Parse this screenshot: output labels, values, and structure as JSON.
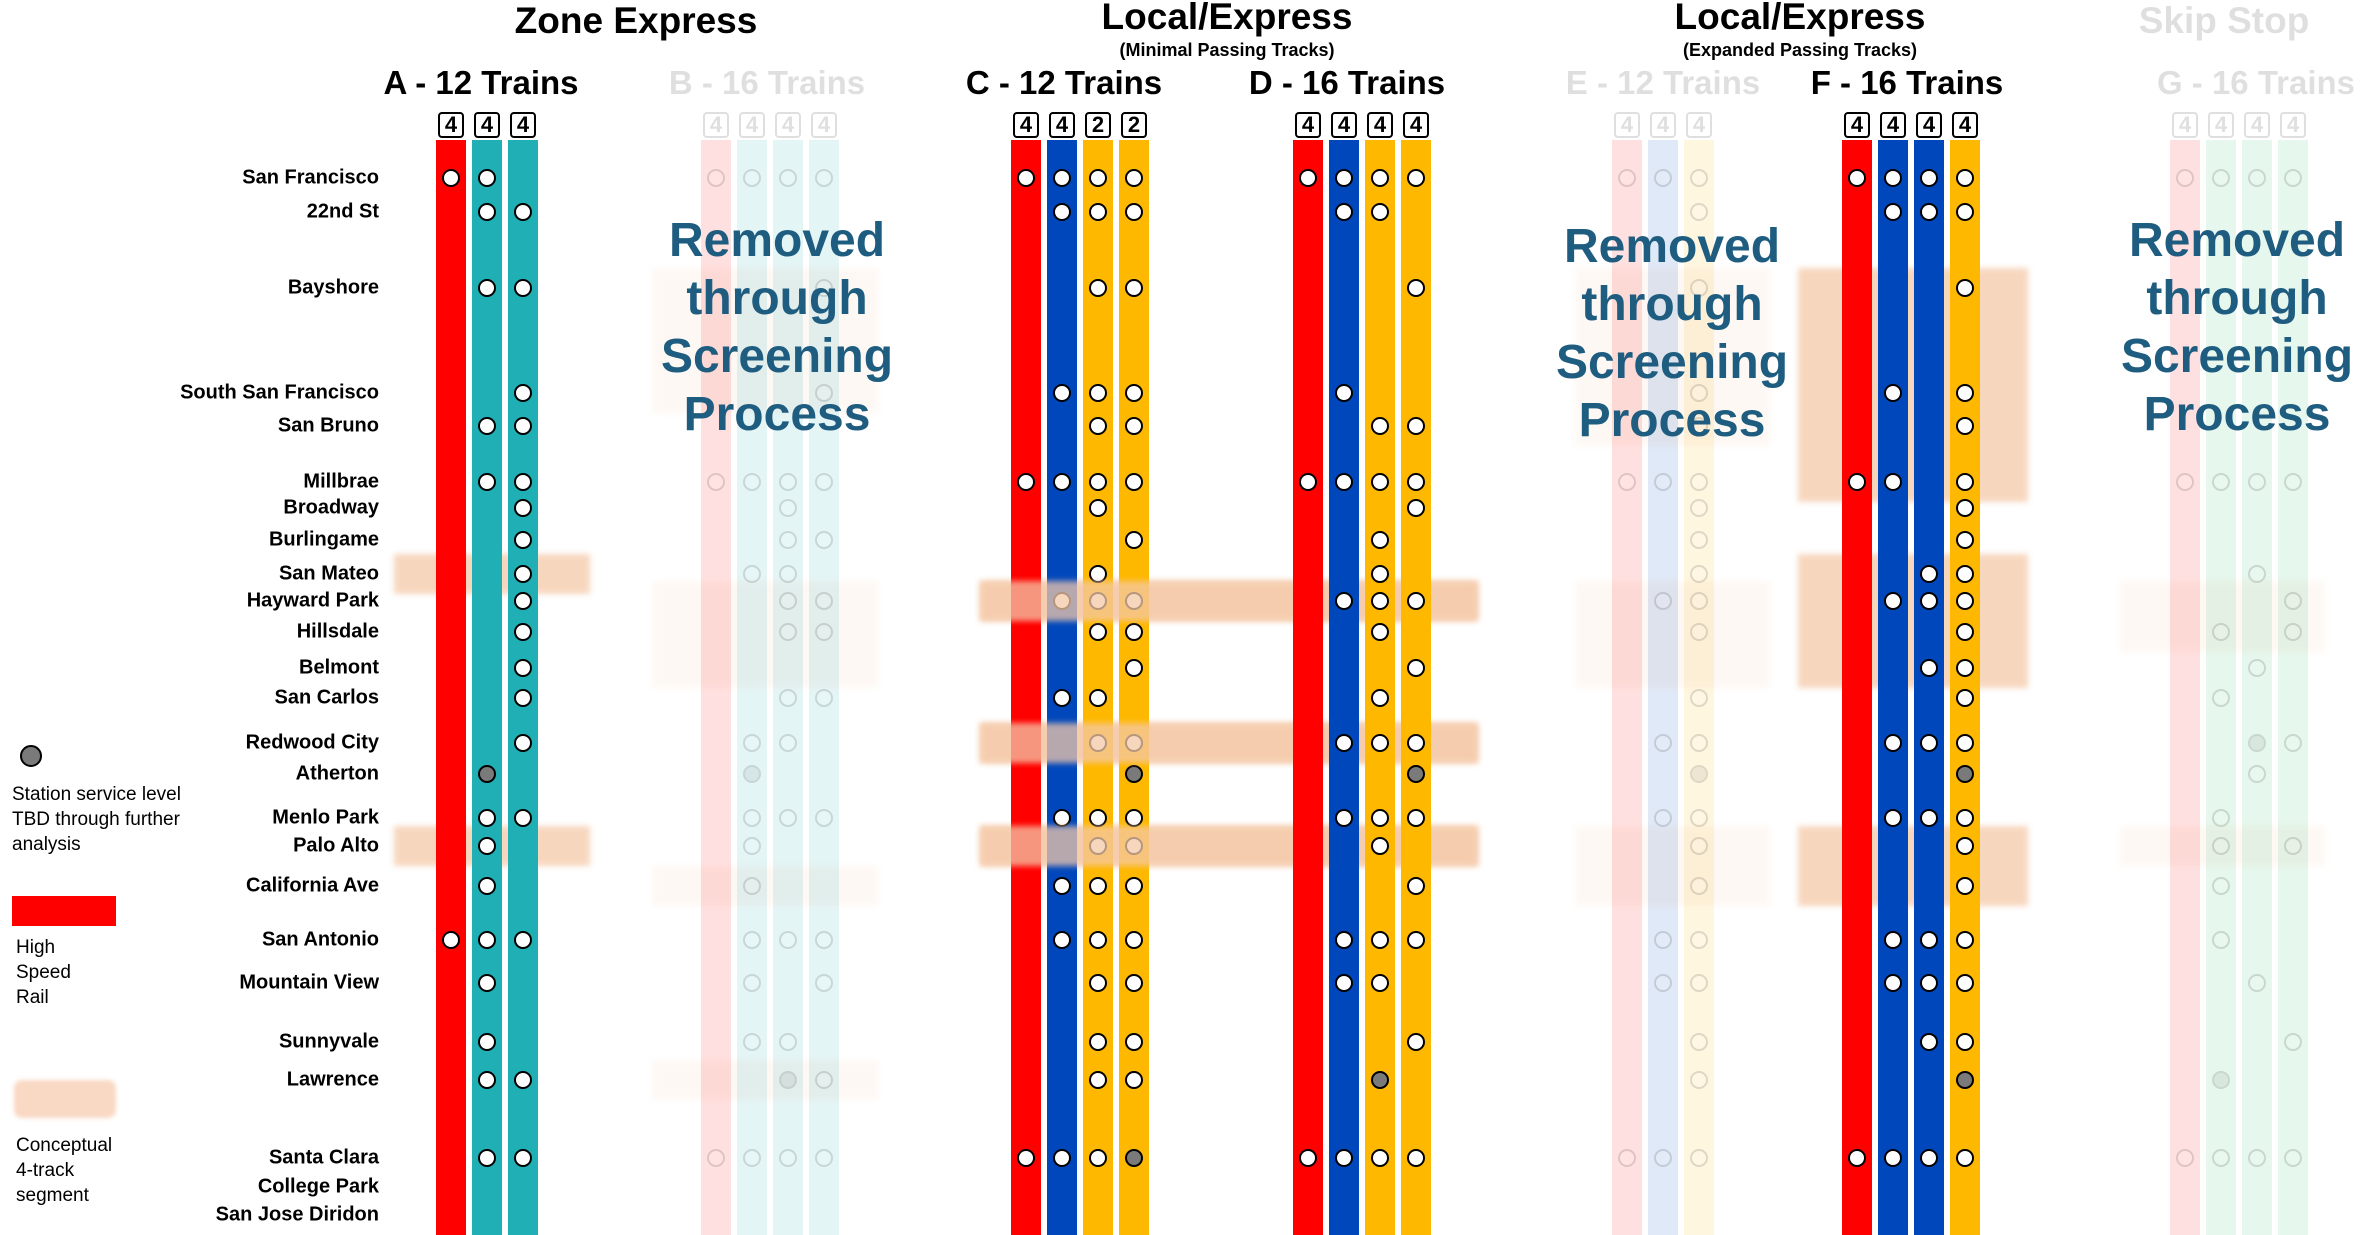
{
  "groups": [
    {
      "title": "Zone Express",
      "subtitle": ""
    },
    {
      "title": "Local/Express",
      "subtitle": "(Minimal Passing Tracks)"
    },
    {
      "title": "Local/Express",
      "subtitle": "(Expanded Passing Tracks)"
    },
    {
      "title": "Skip Stop",
      "subtitle": ""
    }
  ],
  "options": [
    {
      "id": "A",
      "label": "A - 12 Trains",
      "removed": false,
      "tracks": [
        {
          "capacity": "4",
          "color": "#ff0000"
        },
        {
          "capacity": "4",
          "color": "#1fafb5"
        },
        {
          "capacity": "4",
          "color": "#1fafb5"
        }
      ],
      "stops": [
        [
          0,
          18
        ],
        [
          1,
          0,
          1,
          2,
          4,
          5,
          15,
          16,
          17,
          18,
          19,
          20,
          21,
          22
        ],
        [
          1,
          2,
          3,
          4,
          5,
          6,
          7,
          8,
          9,
          10,
          11,
          12,
          13,
          15,
          18,
          21,
          22
        ]
      ],
      "tbd": [
        [],
        [
          14
        ],
        []
      ],
      "segments": [
        [
          8,
          8
        ],
        [
          16,
          16
        ]
      ]
    },
    {
      "id": "B",
      "label": "B - 16 Trains",
      "removed": true,
      "tracks": [
        {
          "capacity": "4",
          "color": "#ff0000"
        },
        {
          "capacity": "4",
          "color": "#1fafb5"
        },
        {
          "capacity": "4",
          "color": "#1fafb5"
        },
        {
          "capacity": "4",
          "color": "#1fafb5"
        }
      ],
      "stops": [
        [
          0,
          5,
          22
        ],
        [
          0,
          5,
          8,
          13,
          15,
          16,
          17,
          18,
          19,
          20,
          22
        ],
        [
          0,
          5,
          6,
          7,
          8,
          9,
          10,
          12,
          13,
          15,
          18,
          20,
          22
        ],
        [
          0,
          2,
          3,
          5,
          7,
          9,
          10,
          12,
          15,
          18,
          19,
          21,
          22
        ]
      ],
      "tbd": [
        [],
        [
          14
        ],
        [
          21
        ],
        []
      ],
      "segments": [
        [
          2,
          3
        ],
        [
          9,
          11
        ],
        [
          17,
          17
        ],
        [
          21,
          21
        ]
      ]
    },
    {
      "id": "C",
      "label": "C - 12 Trains",
      "removed": false,
      "tracks": [
        {
          "capacity": "4",
          "color": "#ff0000"
        },
        {
          "capacity": "4",
          "color": "#0047bb"
        },
        {
          "capacity": "2",
          "color": "#ffb800"
        },
        {
          "capacity": "2",
          "color": "#ffb800"
        }
      ],
      "stops": [
        [
          0,
          5,
          22
        ],
        [
          0,
          1,
          3,
          5,
          9,
          12,
          15,
          17,
          18,
          22
        ],
        [
          0,
          1,
          2,
          3,
          4,
          5,
          6,
          8,
          9,
          10,
          12,
          13,
          15,
          16,
          17,
          18,
          19,
          20,
          21,
          22
        ],
        [
          0,
          1,
          2,
          3,
          4,
          5,
          7,
          9,
          10,
          11,
          13,
          15,
          16,
          17,
          18,
          19,
          20,
          21,
          22
        ]
      ],
      "tbd": [
        [],
        [],
        [],
        [
          14,
          22
        ]
      ],
      "segments": [
        [
          9,
          9
        ],
        [
          13,
          13
        ],
        [
          16,
          16
        ]
      ]
    },
    {
      "id": "D",
      "label": "D - 16 Trains",
      "removed": false,
      "tracks": [
        {
          "capacity": "4",
          "color": "#ff0000"
        },
        {
          "capacity": "4",
          "color": "#0047bb"
        },
        {
          "capacity": "4",
          "color": "#ffb800"
        },
        {
          "capacity": "4",
          "color": "#ffb800"
        }
      ],
      "stops": [
        [
          0,
          5,
          22
        ],
        [
          0,
          1,
          3,
          5,
          9,
          13,
          15,
          18,
          19,
          22
        ],
        [
          0,
          1,
          4,
          5,
          7,
          8,
          9,
          10,
          12,
          13,
          15,
          16,
          18,
          19,
          22
        ],
        [
          0,
          2,
          4,
          5,
          6,
          9,
          11,
          13,
          15,
          17,
          18,
          20,
          22
        ]
      ],
      "tbd": [
        [],
        [],
        [
          21
        ],
        [
          14
        ]
      ],
      "segments": [
        [
          9,
          9
        ],
        [
          13,
          13
        ],
        [
          16,
          16
        ]
      ]
    },
    {
      "id": "E",
      "label": "E - 12 Trains",
      "removed": true,
      "tracks": [
        {
          "capacity": "4",
          "color": "#ff0000"
        },
        {
          "capacity": "4",
          "color": "#0047bb"
        },
        {
          "capacity": "4",
          "color": "#ffb800"
        }
      ],
      "stops": [
        [
          0,
          5,
          22
        ],
        [
          0,
          5,
          9,
          13,
          15,
          18,
          19,
          22
        ],
        [
          0,
          1,
          2,
          3,
          4,
          5,
          6,
          7,
          8,
          9,
          10,
          12,
          13,
          15,
          16,
          17,
          18,
          19,
          20,
          21,
          22
        ]
      ],
      "tbd": [
        [],
        [],
        [
          14
        ]
      ],
      "segments": [
        [
          2,
          4
        ],
        [
          9,
          11
        ],
        [
          16,
          17
        ]
      ]
    },
    {
      "id": "F",
      "label": "F - 16 Trains",
      "removed": false,
      "tracks": [
        {
          "capacity": "4",
          "color": "#ff0000"
        },
        {
          "capacity": "4",
          "color": "#0047bb"
        },
        {
          "capacity": "4",
          "color": "#0047bb"
        },
        {
          "capacity": "4",
          "color": "#ffb800"
        }
      ],
      "stops": [
        [
          0,
          5,
          22
        ],
        [
          0,
          1,
          3,
          5,
          9,
          13,
          15,
          18,
          19,
          22
        ],
        [
          0,
          1,
          8,
          9,
          11,
          13,
          15,
          18,
          19,
          20,
          22
        ],
        [
          0,
          1,
          2,
          3,
          4,
          5,
          6,
          7,
          8,
          9,
          10,
          11,
          12,
          13,
          15,
          16,
          17,
          18,
          19,
          20,
          22
        ]
      ],
      "tbd": [
        [],
        [],
        [],
        [
          14,
          21
        ]
      ],
      "segments": [
        [
          2,
          5
        ],
        [
          8,
          11
        ],
        [
          16,
          17
        ]
      ]
    },
    {
      "id": "G",
      "label": "G - 16 Trains",
      "removed": true,
      "tracks": [
        {
          "capacity": "4",
          "color": "#ff0000"
        },
        {
          "capacity": "4",
          "color": "#2ebd6b"
        },
        {
          "capacity": "4",
          "color": "#2ebd6b"
        },
        {
          "capacity": "4",
          "color": "#2ebd6b"
        }
      ],
      "stops": [
        [
          0,
          5,
          22
        ],
        [
          0,
          5,
          10,
          12,
          15,
          16,
          17,
          18,
          21,
          22
        ],
        [
          0,
          5,
          8,
          11,
          14,
          19,
          22
        ],
        [
          0,
          5,
          9,
          10,
          13,
          16,
          20,
          22
        ]
      ],
      "tbd": [
        [],
        [
          21
        ],
        [
          13
        ],
        []
      ],
      "segments": [
        [
          9,
          10
        ],
        [
          16,
          16
        ]
      ]
    }
  ],
  "stations": [
    "San Francisco",
    "22nd St",
    "Bayshore",
    "South San Francisco",
    "San Bruno",
    "Millbrae",
    "Broadway",
    "Burlingame",
    "San Mateo",
    "Hayward Park",
    "Hillsdale",
    "Belmont",
    "San Carlos",
    "Redwood City",
    "Atherton",
    "Menlo Park",
    "Palo Alto",
    "California Ave",
    "San Antonio",
    "Mountain View",
    "Sunnyvale",
    "Lawrence",
    "Santa Clara",
    "College Park",
    "San Jose Diridon"
  ],
  "removed_text": [
    "Removed",
    "through",
    "Screening",
    "Process"
  ],
  "legend": {
    "tbd": [
      "Station service level",
      "TBD through further",
      "analysis"
    ],
    "hsr": [
      "High",
      "Speed",
      "Rail"
    ],
    "four_track": [
      "Conceptual",
      "4-track",
      "segment"
    ],
    "hsr_color": "#ff0000",
    "segment_color": "#f5c9a9"
  }
}
